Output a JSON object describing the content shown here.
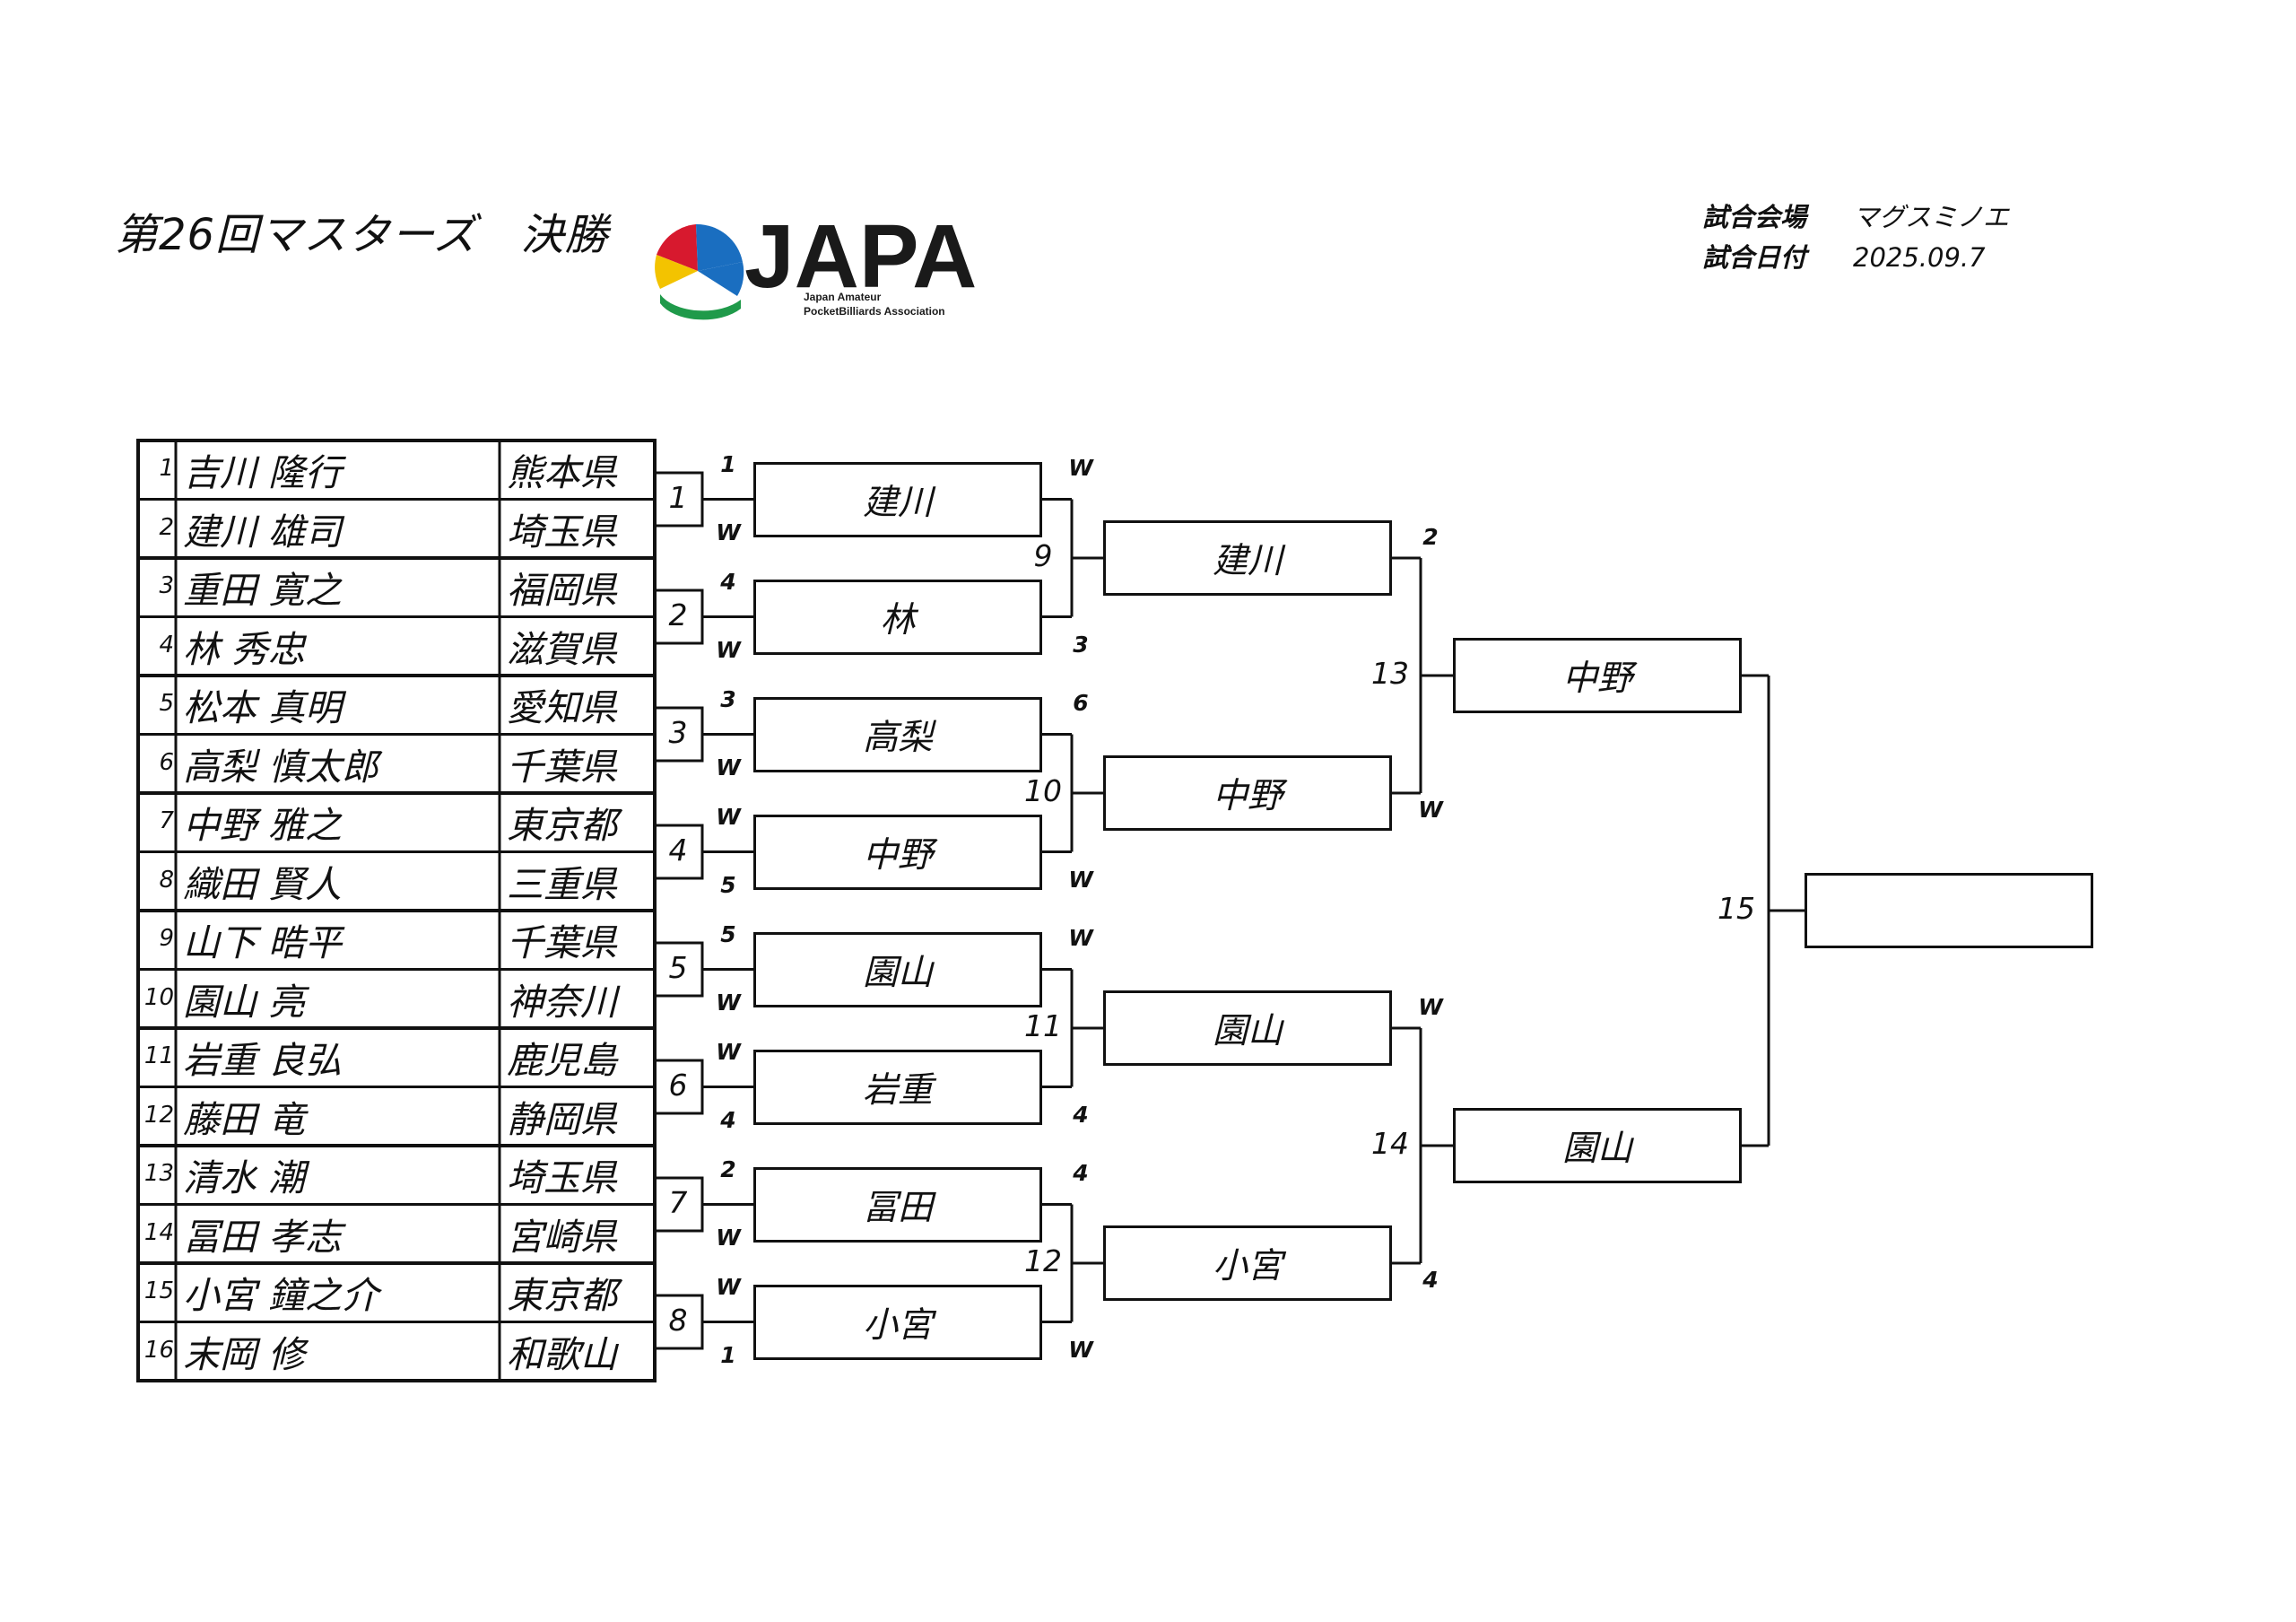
{
  "header": {
    "title": "第26回マスターズ　決勝",
    "logo_text": "JAPA",
    "logo_sub1": "Japan Amateur",
    "logo_sub2": "PocketBilliards Association",
    "venue_label": "試合会場",
    "venue": "マグスミノエ",
    "date_label": "試合日付",
    "date": "2025.09.7"
  },
  "players": [
    {
      "seed": "1",
      "name": "吉川 隆行",
      "pref": "熊本県"
    },
    {
      "seed": "2",
      "name": "建川 雄司",
      "pref": "埼玉県"
    },
    {
      "seed": "3",
      "name": "重田 寛之",
      "pref": "福岡県"
    },
    {
      "seed": "4",
      "name": "林 秀忠",
      "pref": "滋賀県"
    },
    {
      "seed": "5",
      "name": "松本 真明",
      "pref": "愛知県"
    },
    {
      "seed": "6",
      "name": "高梨 慎太郎",
      "pref": "千葉県"
    },
    {
      "seed": "7",
      "name": "中野 雅之",
      "pref": "東京都"
    },
    {
      "seed": "8",
      "name": "織田 賢人",
      "pref": "三重県"
    },
    {
      "seed": "9",
      "name": "山下 晧平",
      "pref": "千葉県"
    },
    {
      "seed": "10",
      "name": "園山 亮",
      "pref": "神奈川"
    },
    {
      "seed": "11",
      "name": "岩重 良弘",
      "pref": "鹿児島"
    },
    {
      "seed": "12",
      "name": "藤田 竜",
      "pref": "静岡県"
    },
    {
      "seed": "13",
      "name": "清水 潮",
      "pref": "埼玉県"
    },
    {
      "seed": "14",
      "name": "冨田 孝志",
      "pref": "宮崎県"
    },
    {
      "seed": "15",
      "name": "小宮 鐘之介",
      "pref": "東京都"
    },
    {
      "seed": "16",
      "name": "末岡 修",
      "pref": "和歌山"
    }
  ],
  "round1": [
    {
      "match": "1",
      "top": "1",
      "bottom": "W",
      "winner": "建川"
    },
    {
      "match": "2",
      "top": "4",
      "bottom": "W",
      "winner": "林"
    },
    {
      "match": "3",
      "top": "3",
      "bottom": "W",
      "winner": "高梨"
    },
    {
      "match": "4",
      "top": "W",
      "bottom": "5",
      "winner": "中野"
    },
    {
      "match": "5",
      "top": "5",
      "bottom": "W",
      "winner": "園山"
    },
    {
      "match": "6",
      "top": "W",
      "bottom": "4",
      "winner": "岩重"
    },
    {
      "match": "7",
      "top": "2",
      "bottom": "W",
      "winner": "冨田"
    },
    {
      "match": "8",
      "top": "W",
      "bottom": "1",
      "winner": "小宮"
    }
  ],
  "round2": [
    {
      "match": "9",
      "top": "W",
      "bottom": "3",
      "winner": "建川"
    },
    {
      "match": "10",
      "top": "6",
      "bottom": "W",
      "winner": "中野"
    },
    {
      "match": "11",
      "top": "W",
      "bottom": "4",
      "winner": "園山"
    },
    {
      "match": "12",
      "top": "4",
      "bottom": "W",
      "winner": "小宮"
    }
  ],
  "round3": [
    {
      "match": "13",
      "top": "2",
      "bottom": "W",
      "winner": "中野"
    },
    {
      "match": "14",
      "top": "W",
      "bottom": "4",
      "winner": "園山"
    }
  ],
  "final": {
    "match": "15",
    "winner": ""
  }
}
